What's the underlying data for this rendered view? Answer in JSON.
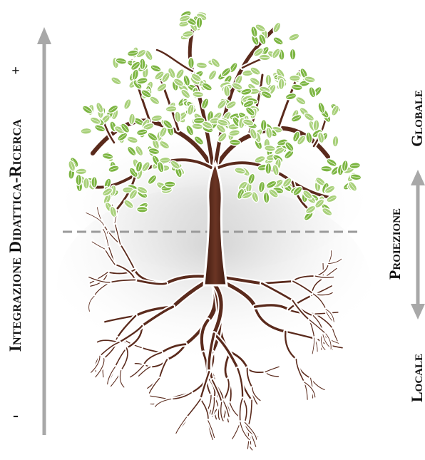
{
  "left_axis": {
    "label": "Integrazione Didattica-Ricerca",
    "top_sign": "+",
    "bottom_sign": "-"
  },
  "right_axis": {
    "top_label": "Globale",
    "middle_label": "Proiezione",
    "bottom_label": "Locale"
  },
  "colors": {
    "axis_arrow": "#a8a8a8",
    "divider": "#9a9a9a",
    "trunk": "#5a2a1c",
    "leaf": "#7cb542",
    "leaf_light": "#a8d07a"
  }
}
